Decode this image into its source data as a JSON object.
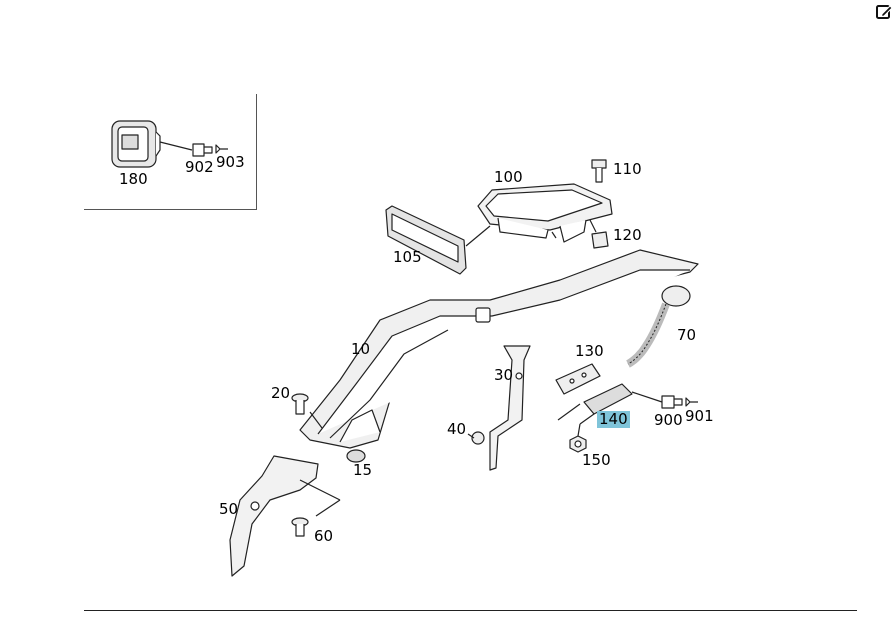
{
  "toolbar": {
    "edit_icon": "edit-icon"
  },
  "parts": {
    "p180": "180",
    "p902": "902",
    "p903": "903",
    "p100": "100",
    "p110": "110",
    "p120": "120",
    "p105": "105",
    "p70": "70",
    "p10": "10",
    "p130": "130",
    "p30": "30",
    "p20": "20",
    "p140": "140",
    "p900": "900",
    "p901": "901",
    "p40": "40",
    "p150": "150",
    "p15": "15",
    "p50": "50",
    "p60": "60"
  },
  "highlight": {
    "part": "140",
    "color": "#7fc4d9"
  }
}
